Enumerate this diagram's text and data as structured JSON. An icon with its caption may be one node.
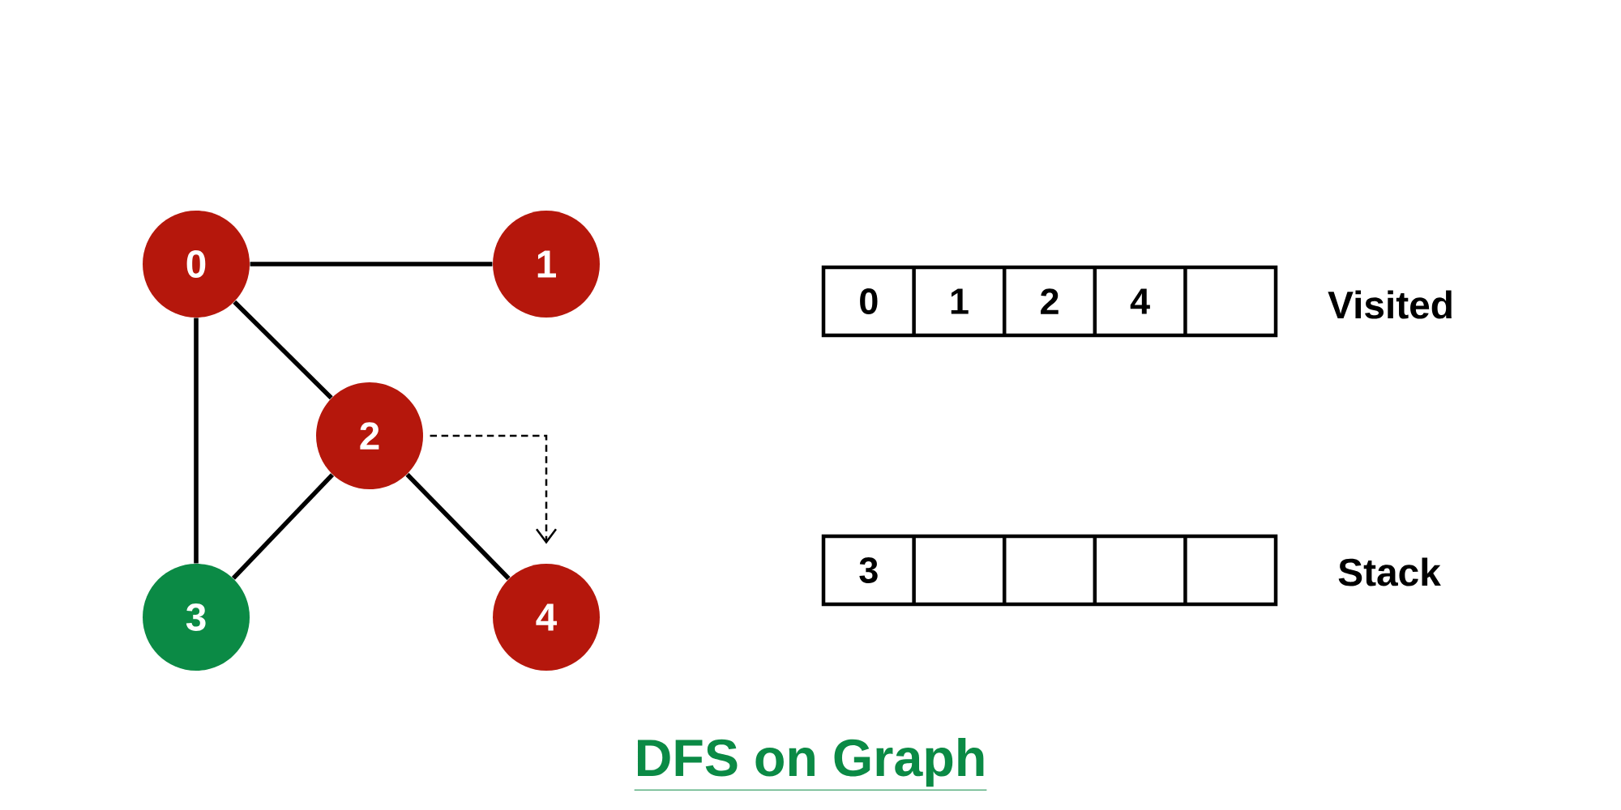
{
  "diagram": {
    "caption": "DFS on Graph",
    "nodes": [
      {
        "text": [
          "0"
        ]
      },
      {
        "text": [
          "1"
        ]
      },
      {
        "text": [
          "2"
        ]
      },
      {
        "text": [
          "3"
        ]
      },
      {
        "text": [
          "4"
        ]
      }
    ],
    "edges": [
      {
        "from": 0,
        "to": 1,
        "arrow": "none"
      },
      {
        "from": 0,
        "to": 2,
        "arrow": "none"
      },
      {
        "from": 0,
        "to": 3,
        "arrow": "none"
      },
      {
        "from": 2,
        "to": 3,
        "arrow": "none"
      },
      {
        "from": 2,
        "to": 4,
        "arrow": "none"
      },
      {
        "from": 2,
        "to": 4,
        "arrow": "to",
        "style": "dashed"
      }
    ],
    "labels": [
      "0",
      "1",
      "2",
      "4",
      "Visited",
      "3",
      "Stack"
    ]
  }
}
